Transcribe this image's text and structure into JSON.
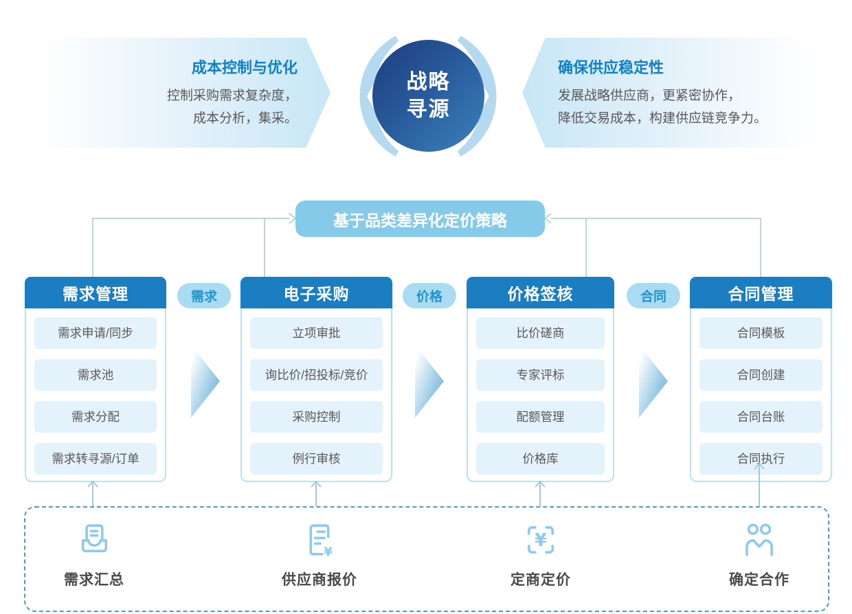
{
  "top": {
    "left_banner": {
      "title": "成本控制与优化",
      "line1": "控制采购需求复杂度，",
      "line2": "成本分析，集采。"
    },
    "center_circle": {
      "line1": "战略",
      "line2": "寻源"
    },
    "right_banner": {
      "title": "确保供应稳定性",
      "line1": "发展战略供应商，更紧密协作，",
      "line2": "降低交易成本，构建供应链竞争力。"
    }
  },
  "strategy_box": {
    "label": "基于品类差异化定价策略"
  },
  "columns": [
    {
      "header": "需求管理",
      "items": [
        "需求申请/同步",
        "需求池",
        "需求分配",
        "需求转寻源/订单"
      ]
    },
    {
      "header": "电子采购",
      "items": [
        "立项审批",
        "询比价/招投标/竞价",
        "采购控制",
        "例行审核"
      ]
    },
    {
      "header": "价格签核",
      "items": [
        "比价磋商",
        "专家评标",
        "配额管理",
        "价格库"
      ]
    },
    {
      "header": "合同管理",
      "items": [
        "合同模板",
        "合同创建",
        "合同台账",
        "合同执行"
      ]
    }
  ],
  "badges": [
    "需求",
    "价格",
    "合同"
  ],
  "steps": [
    {
      "icon": "inbox-tray-icon",
      "label": "需求汇总"
    },
    {
      "icon": "quotation-document-icon",
      "label": "供应商报价"
    },
    {
      "icon": "price-scan-icon",
      "label": "定商定价"
    },
    {
      "icon": "partnership-icon",
      "label": "确定合作"
    }
  ],
  "icons": {
    "yen": "¥"
  },
  "colors": {
    "header_blue": "#1b7dc2",
    "strategy_bg": "#85cbe9",
    "badge_bg": "#a9dcf3",
    "badge_text": "#2095cc",
    "item_bg": "#e4f3fb",
    "item_text": "#595757",
    "card_border": "#b9e2f3",
    "title_blue": "#0f81c8",
    "line": "#a6c9d7",
    "arrow_light": "#9fcbe0",
    "dashed": "#46a0d5",
    "icon": "#8bccec",
    "label_dark": "#4c4948",
    "crescent": "#b5daef"
  }
}
